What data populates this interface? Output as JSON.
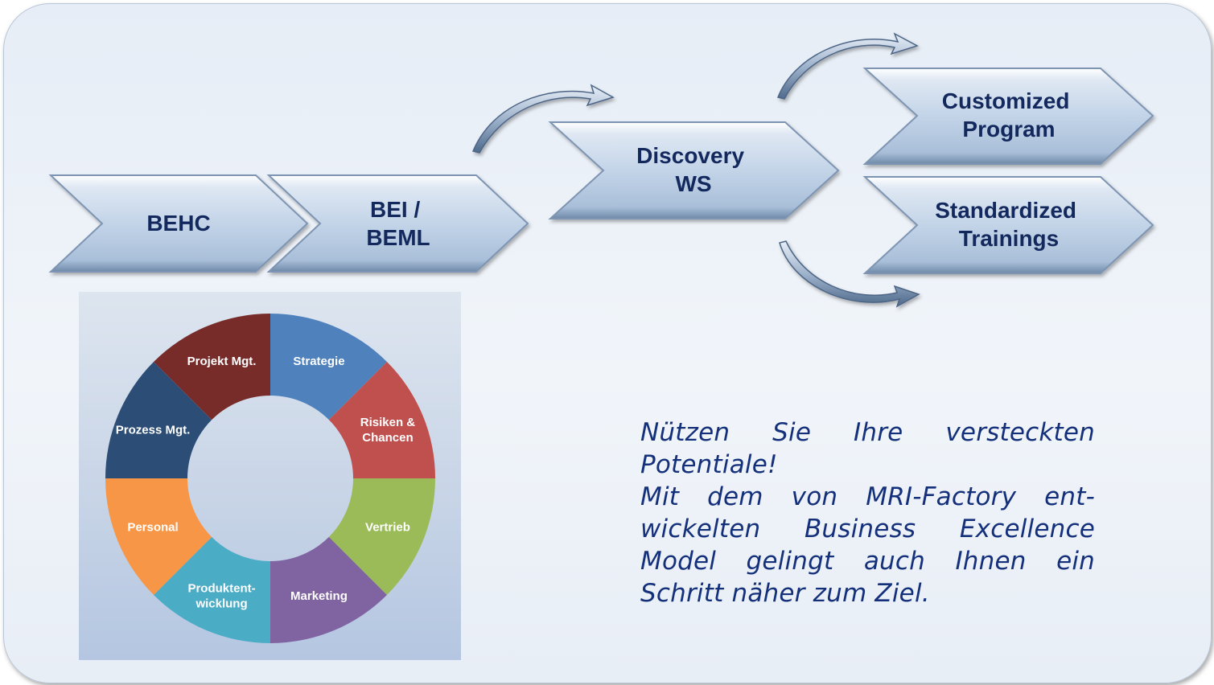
{
  "flow": {
    "behc": [
      "BEHC"
    ],
    "bei": [
      "BEI /",
      "BEML"
    ],
    "discovery": [
      "Discovery",
      "WS"
    ],
    "customized": [
      "Customized",
      "Program"
    ],
    "standardized": [
      "Standardized",
      "Trainings"
    ]
  },
  "wheel": {
    "segments": [
      {
        "label": [
          "Strategie"
        ],
        "color": "#4f81bd"
      },
      {
        "label": [
          "Risiken &",
          "Chancen"
        ],
        "color": "#c0504d"
      },
      {
        "label": [
          "Vertrieb"
        ],
        "color": "#9bbb59"
      },
      {
        "label": [
          "Marketing"
        ],
        "color": "#8064a2"
      },
      {
        "label": [
          "Produktent-",
          "wicklung"
        ],
        "color": "#4bacc6"
      },
      {
        "label": [
          "Personal"
        ],
        "color": "#f79646"
      },
      {
        "label": [
          "Prozess Mgt."
        ],
        "color": "#2c4d75"
      },
      {
        "label": [
          "Projekt Mgt."
        ],
        "color": "#772c2a"
      }
    ]
  },
  "quote": {
    "lines": [
      "Nützen Sie Ihre versteckten",
      "Potentiale!",
      "Mit dem von MRI-Factory ent-",
      "wickelten Business Excellence",
      "Model gelingt auch Ihnen ein",
      "Schritt näher zum Ziel."
    ]
  },
  "colors": {
    "chevron_fill": "#c9d8ea",
    "label_text": "#13295e",
    "quote_text": "#14307a"
  }
}
